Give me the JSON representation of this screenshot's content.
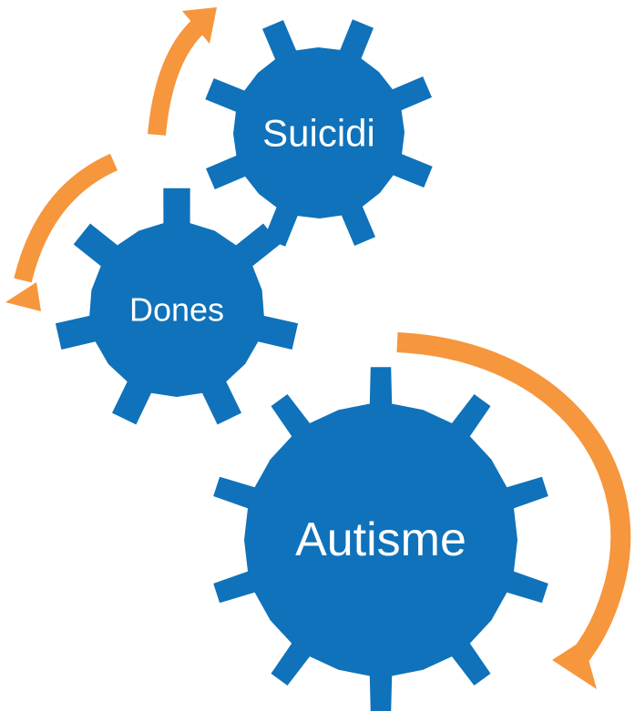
{
  "colors": {
    "gear": "#0F72BA",
    "arrow": "#F6963D",
    "label": "#FFFFFF",
    "background": "#FFFFFF"
  },
  "gears": [
    {
      "id": "suicidi",
      "label": "Suicidi"
    },
    {
      "id": "dones",
      "label": "Dones"
    },
    {
      "id": "autisme",
      "label": "Autisme"
    }
  ]
}
